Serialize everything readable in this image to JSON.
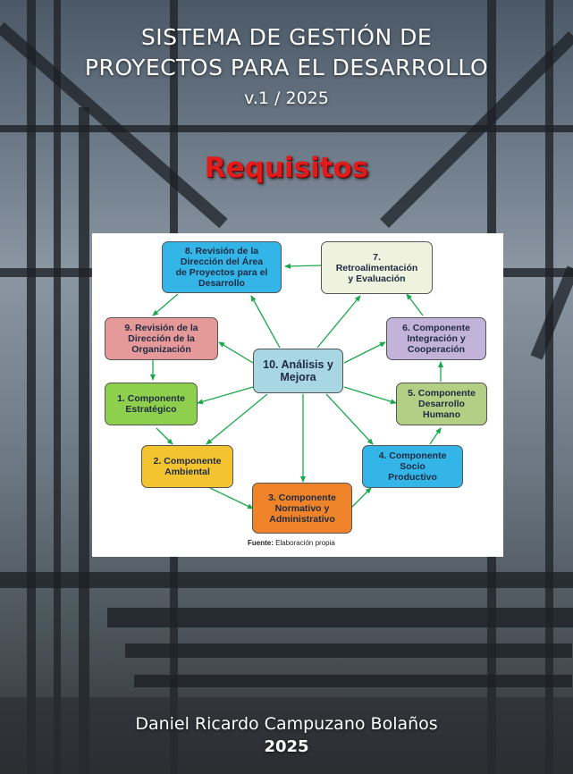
{
  "cover": {
    "title_line1": "SISTEMA DE GESTIÓN DE",
    "title_line2": "PROYECTOS PARA EL DESARROLLO",
    "version": "v.1 / 2025",
    "heading": "Requisitos",
    "author": "Daniel Ricardo Campuzano Bolaños",
    "year": "2025"
  },
  "diagram": {
    "boxes": {
      "b8": "8. Revisión de la\nDirección del Área\nde Proyectos para el\nDesarrollo",
      "b7": "7.\nRetroalimentación\ny Evaluación",
      "b9": "9. Revisión de la\nDirección de la\nOrganización",
      "b6": "6. Componente\nIntegración y\nCooperación",
      "b10": "10. Análisis y\nMejora",
      "b1": "1. Componente\nEstratégico",
      "b5": "5. Componente\nDesarrollo\nHumano",
      "b2": "2. Componente\nAmbiental",
      "b4": "4. Componente\nSocio\nProductivo",
      "b3": "3. Componente\nNormativo y\nAdministrativo"
    },
    "colors": {
      "b8": "#33b5e8",
      "b7": "#eef2df",
      "b9": "#e69999",
      "b6": "#c3b3da",
      "b10": "#a9d6e3",
      "b1": "#8ed04e",
      "b5": "#b3cf86",
      "b2": "#f4c430",
      "b4": "#33b5e8",
      "b3": "#ef8329",
      "arrow": "#1aa84a"
    },
    "source_label": "Fuente:",
    "source_text": "Elaboración propia"
  }
}
